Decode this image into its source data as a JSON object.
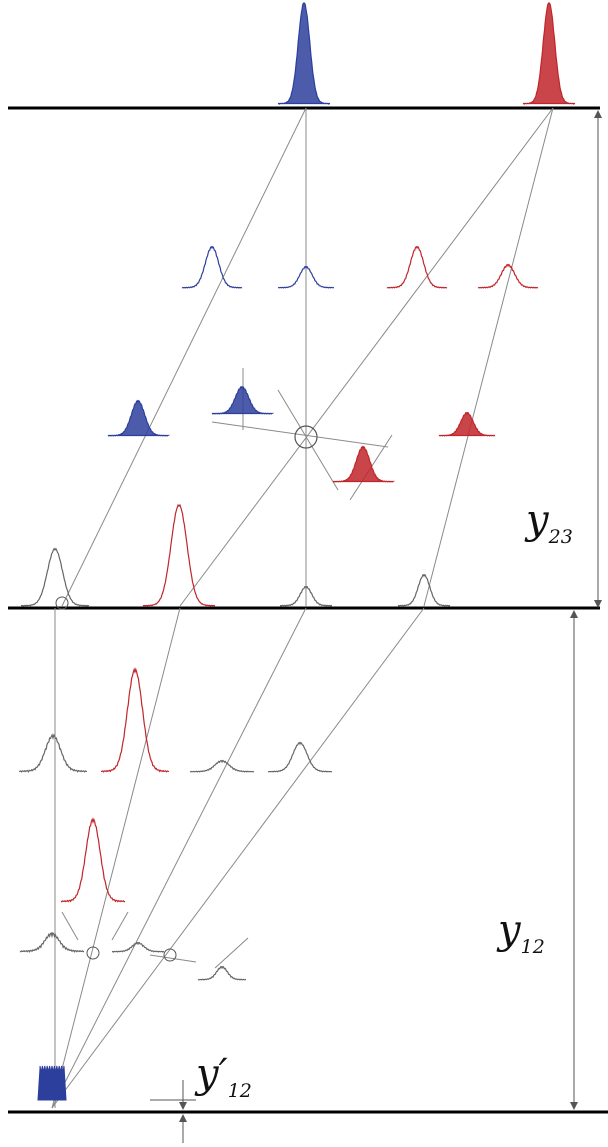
{
  "labels": {
    "y23": {
      "symbol": "y",
      "sub": "23"
    },
    "y12": {
      "symbol": "y",
      "sub": "12"
    },
    "y_prime_12": {
      "symbol": "y′",
      "sub": "12"
    }
  },
  "colors": {
    "blue": "#2d3f9c",
    "red": "#c0252a",
    "dark": "#666666",
    "line": "#8a8a8a",
    "plane": "#000000"
  }
}
